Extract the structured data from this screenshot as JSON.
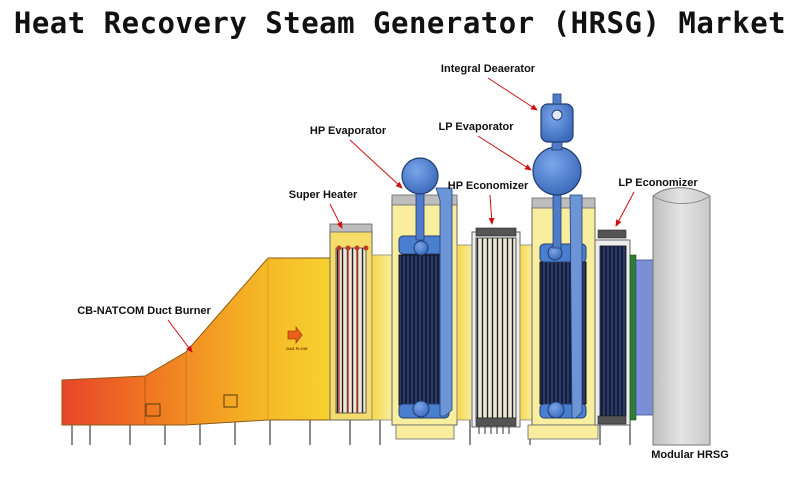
{
  "title": "Heat Recovery Steam Generator (HRSG) Market",
  "labels": {
    "integral_deaerator": "Integral Deaerator",
    "hp_evaporator": "HP Evaporator",
    "lp_evaporator": "LP Evaporator",
    "super_heater": "Super Heater",
    "hp_economizer": "HP Economizer",
    "lp_economizer": "LP Economizer",
    "duct_burner": "CB-NATCOM Duct Burner",
    "modular_hrsg": "Modular HRSG",
    "gas_flow": "GAS FLOW"
  },
  "colors": {
    "duct_hot": "#e8452a",
    "duct_mid": "#f39a1e",
    "duct_warm": "#f7d230",
    "module_yellow": "#f8ec9a",
    "steel_blue": "#4f7cc8",
    "drum_blue": "#4a7fd0",
    "stack_gray": "#d4d4d4",
    "arrow_red": "#cc1111"
  }
}
